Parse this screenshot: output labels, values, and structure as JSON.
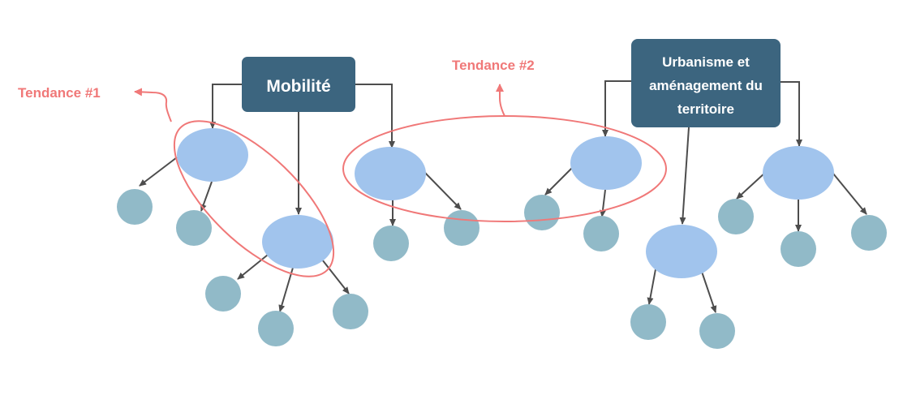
{
  "colors": {
    "box": "#3c657f",
    "ellipse": "#a1c4ed",
    "circle": "#91bac8",
    "edge": "#4d4d4d",
    "trend": "#f07878"
  },
  "boxes": {
    "mobilite": {
      "label": "Mobilité"
    },
    "urbanisme": {
      "line1": "Urbanisme et",
      "line2": "aménagement du",
      "line3": "territoire"
    }
  },
  "trends": {
    "t1": "Tendance #1",
    "t2": "Tendance #2"
  }
}
